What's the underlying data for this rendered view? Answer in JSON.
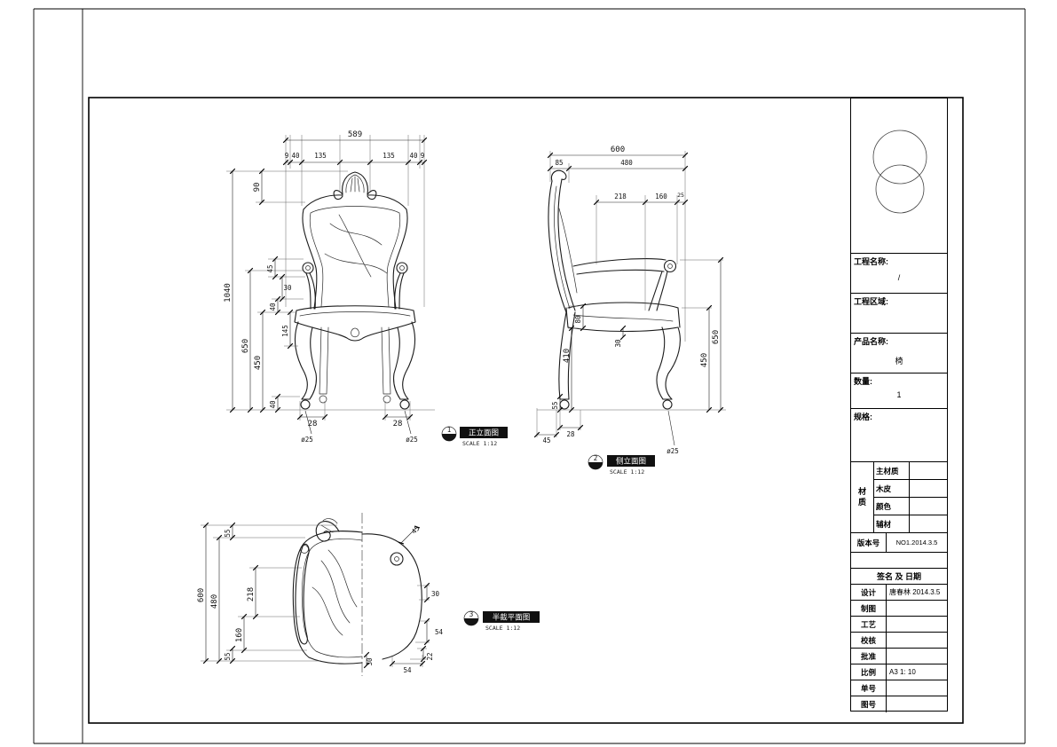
{
  "views": {
    "front": {
      "num": "1",
      "title": "正立面图",
      "scale": "SCALE 1:12",
      "dims": {
        "w": "589",
        "s9l": "9",
        "s40l": "40",
        "s135l": "135",
        "s135r": "135",
        "s40r": "40",
        "s9r": "9",
        "h90": "90",
        "h1040": "1040",
        "h650": "650",
        "h450": "450",
        "h45": "45",
        "h30": "30",
        "h40a": "40",
        "h145": "145",
        "h40b": "40",
        "f28l": "28",
        "f28r": "28",
        "cl": "ø25",
        "cr": "ø25"
      }
    },
    "side": {
      "num": "2",
      "title": "侧立面图",
      "scale": "SCALE 1:12",
      "dims": {
        "w600": "600",
        "s85": "85",
        "s480": "480",
        "s218": "218",
        "s160": "160",
        "s25": "25",
        "v80": "80",
        "v410": "410",
        "v55": "55",
        "v650": "650",
        "v450": "450",
        "v30": "30",
        "b45": "45",
        "b28": "28",
        "c25": "ø25"
      }
    },
    "plan": {
      "num": "3",
      "title": "半截平面图",
      "scale": "SCALE 1:12",
      "dims": {
        "t55": "55",
        "l600": "600",
        "l480": "480",
        "l218": "218",
        "l160": "160",
        "b55": "55",
        "d45": "45",
        "r30": "30",
        "r54": "54",
        "r22": "22",
        "b30": "30",
        "b54": "54"
      }
    }
  },
  "titleblock": {
    "project_label": "工程名称:",
    "project_value": "/",
    "area_label": "工程区域:",
    "product_label": "产品名称:",
    "product_value": "椅",
    "qty_label": "数量:",
    "qty_value": "1",
    "spec_label": "规格:",
    "material_label": "材质",
    "material_rows": [
      {
        "label": "主材质"
      },
      {
        "label": "木皮"
      },
      {
        "label": "颜色"
      },
      {
        "label": "辅材"
      }
    ],
    "version_label": "版本号",
    "version_value": "NO1.2014.3.5",
    "sign_header": "签名 及 日期",
    "rows": [
      {
        "label": "设计",
        "value": "唐春林 2014.3.5"
      },
      {
        "label": "制图",
        "value": ""
      },
      {
        "label": "工艺",
        "value": ""
      },
      {
        "label": "校核",
        "value": ""
      },
      {
        "label": "批准",
        "value": ""
      },
      {
        "label": "比例",
        "value": "A3 1: 10"
      },
      {
        "label": "单号",
        "value": ""
      },
      {
        "label": "图号",
        "value": ""
      }
    ]
  }
}
